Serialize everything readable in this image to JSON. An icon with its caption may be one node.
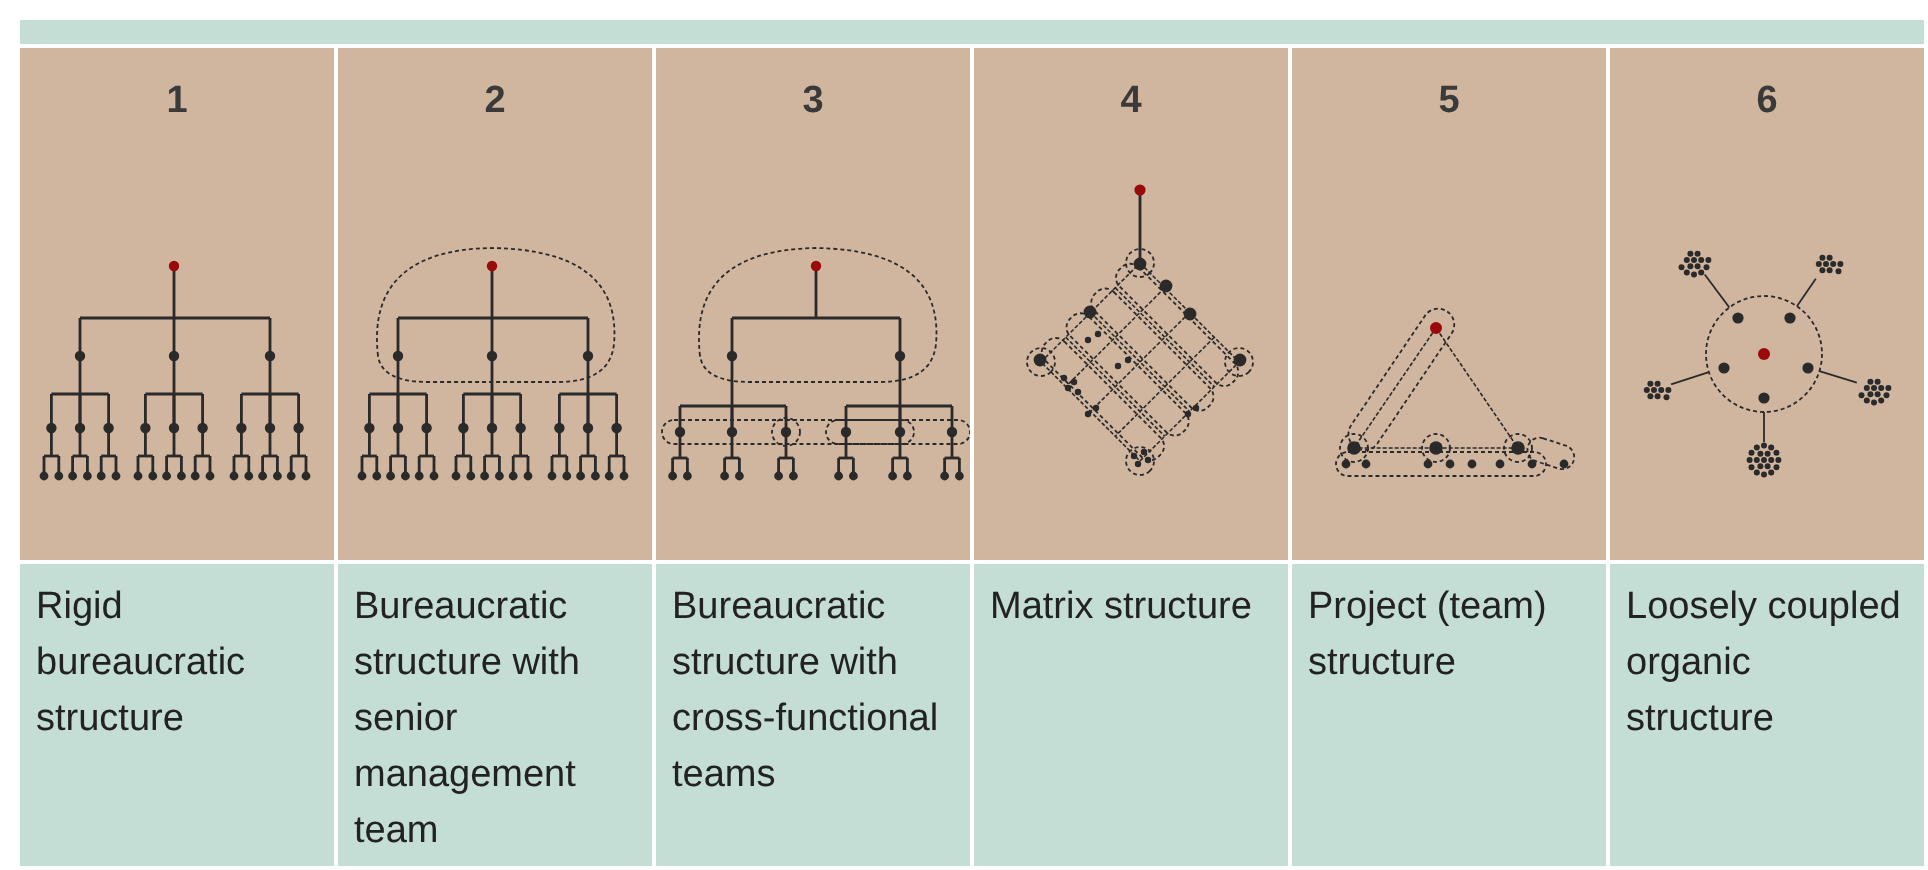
{
  "diagram": {
    "labels": [
      "1",
      "2",
      "3",
      "4",
      "5",
      "6",
      "Rigid bureaucratic structure",
      "Bureaucratic structure with senior management team",
      "Bureaucratic structure with cross-functional teams",
      "Matrix structure",
      "Project (team) structure",
      "Loosely coupled organic structure"
    ]
  }
}
